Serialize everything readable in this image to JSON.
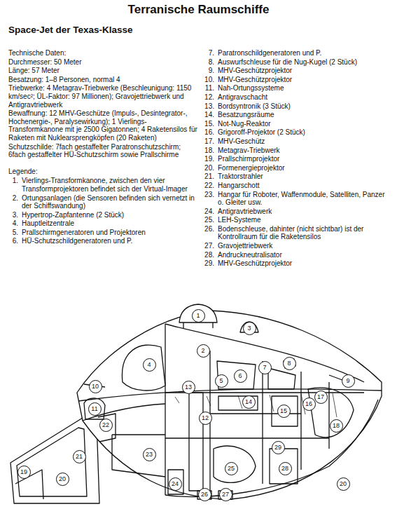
{
  "diagram": {
    "title": "Terranische Raumschiffe",
    "nodes": [
      {
        "text": [
          "1"
        ]
      },
      {
        "text": [
          "3"
        ]
      },
      {
        "text": [
          "2"
        ]
      },
      {
        "text": [
          "8"
        ]
      },
      {
        "text": [
          "7"
        ]
      },
      {
        "text": [
          "4"
        ]
      },
      {
        "text": [
          "6"
        ]
      },
      {
        "text": [
          "5"
        ]
      },
      {
        "text": [
          "9"
        ]
      },
      {
        "text": [
          "10"
        ]
      },
      {
        "text": [
          "13"
        ]
      },
      {
        "text": [
          "17"
        ]
      },
      {
        "text": [
          "16"
        ]
      },
      {
        "text": [
          "14"
        ]
      },
      {
        "text": [
          "11"
        ]
      },
      {
        "text": [
          "15"
        ]
      },
      {
        "text": [
          "12"
        ]
      },
      {
        "text": [
          "22"
        ]
      },
      {
        "text": [
          "18"
        ]
      },
      {
        "text": [
          "29"
        ]
      },
      {
        "text": [
          "23"
        ]
      },
      {
        "text": [
          "21"
        ]
      },
      {
        "text": [
          "25"
        ]
      },
      {
        "text": [
          "28"
        ]
      },
      {
        "text": [
          "19"
        ]
      },
      {
        "text": [
          "20"
        ]
      },
      {
        "text": [
          "24"
        ]
      },
      {
        "text": [
          "20"
        ]
      },
      {
        "text": [
          "26"
        ]
      },
      {
        "text": [
          "27"
        ]
      }
    ],
    "labels": [
      "Space-Jet der Texas-Klasse",
      "Technische Daten:",
      "Durchmesser: 50 Meter",
      "Länge: 57 Meter",
      "Besatzung: 1–8 Personen, normal 4",
      "Triebwerke: 4 Metagrav-Triebwerke (Beschleunigung: 1150 km/sec²; ÜL-Faktor: 97 Millionen); Gravojettriebwerk und Antigravtriebwerk",
      "Bewaffnung: 12 MHV-Geschütze (Impuls-, Desintegrator-, Hochenergie-, Paralysewirkung); 1 Vierlings-Transformkanone mit je 2500 Gigatonnen; 4 Raketensilos für Raketen mit Nuklearsprengköpfen (20 Raketen)",
      "Schutzschilde: 7fach gestaffelter Paratronschutzschirm; 6fach gestaffelter HÜ-Schutzschirm sowie Prallschirme",
      "Legende:",
      "1.",
      "Vierlings-Transformkanone, zwischen den vier Transformprojektoren befindet sich der Virtual-Imager",
      "2.",
      "Ortungsanlagen (die Sensoren befinden sich vernetzt in der Schiffswandung)",
      "3.",
      "Hypertrop-Zapfantenne (2 Stück)",
      "4.",
      "Hauptleitzentrale",
      "5.",
      "Prallschirmgeneratoren und Projektoren",
      "6.",
      "HÜ-Schutzschildgeneratoren und P.",
      "7.",
      "Paratronschildgeneratoren und P.",
      "8.",
      "Auswurfschleuse für die Nug-Kugel (2 Stück)",
      "9.",
      "MHV-Geschützprojektor",
      "10.",
      "MHV-Geschützprojektor",
      "11.",
      "Nah-Ortungssysteme",
      "12.",
      "Antigravschacht",
      "13.",
      "Bordsyntronik (3 Stück)",
      "14.",
      "Besatzungsräume",
      "15.",
      "Not-Nug-Reaktor",
      "16.",
      "Grigoroff-Projektor (2 Stück)",
      "17.",
      "MHV-Geschütz",
      "18.",
      "Metagrav-Triebwerk",
      "19.",
      "Prallschirmprojektor",
      "20.",
      "Formenergieprojektor",
      "21.",
      "Traktorstrahler",
      "22.",
      "Hangarschott",
      "23.",
      "Hangar für Roboter, Waffenmodule, Satelliten, Panzer o. Gleiter usw.",
      "24.",
      "Antigravtriebwerk",
      "25.",
      "LEH-Systeme",
      "26.",
      "Bodenschleuse, dahinter (nicht sichtbar) ist der Kontrollraum für die Raketensilos",
      "27.",
      "Gravojettriebwerk",
      "28.",
      "Andruckneutralisator",
      "29.",
      "MHV-Geschützprojektor"
    ]
  }
}
